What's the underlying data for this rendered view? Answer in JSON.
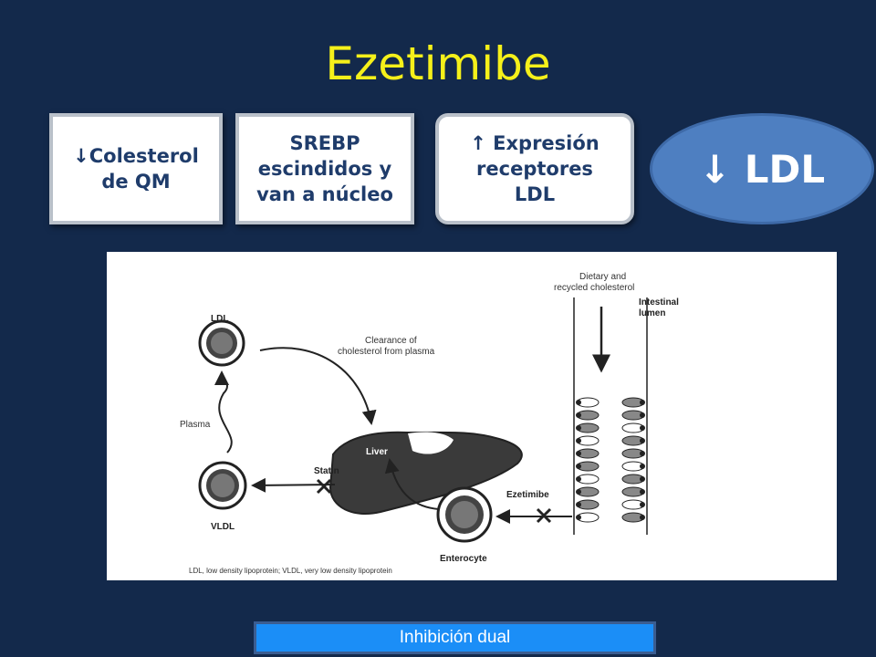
{
  "slide": {
    "title": "Ezetimibe",
    "boxes": [
      {
        "text": "↓Colesterol\nde QM"
      },
      {
        "text": "SREBP\nescindidos y\nvan a núcleo"
      },
      {
        "text": "↑ Expresión\nreceptores\nLDL"
      }
    ],
    "result": "↓ LDL",
    "footer": "Inhibición dual"
  },
  "diagram": {
    "labels": {
      "ldl": "LDL",
      "vldl": "VLDL",
      "plasma": "Plasma",
      "clearance_1": "Clearance of",
      "clearance_2": "cholesterol from plasma",
      "liver": "Liver",
      "statin": "Statin",
      "ezetimibe": "Ezetimibe",
      "enterocyte": "Enterocyte",
      "dietary_1": "Dietary and",
      "dietary_2": "recycled cholesterol",
      "lumen_1": "Intestinal",
      "lumen_2": "lumen",
      "caption": "LDL, low density lipoprotein; VLDL, very low density lipoprotein"
    }
  }
}
